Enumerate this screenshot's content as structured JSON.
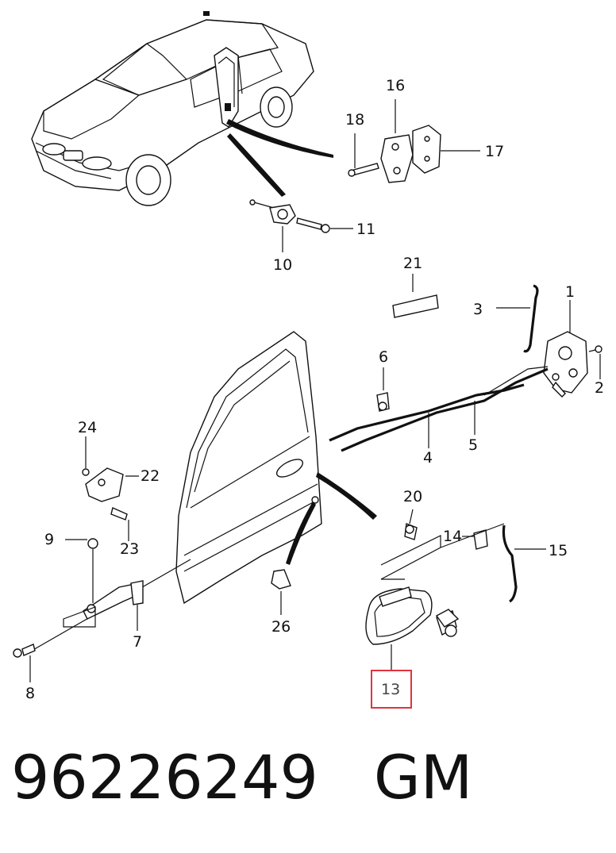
{
  "callouts": {
    "c1": "1",
    "c2": "2",
    "c3": "3",
    "c4": "4",
    "c5": "5",
    "c6": "6",
    "c7": "7",
    "c8": "8",
    "c9": "9",
    "c10": "10",
    "c11": "11",
    "c13": "13",
    "c14": "14",
    "c15": "15",
    "c16": "16",
    "c17": "17",
    "c18": "18",
    "c20": "20",
    "c21": "21",
    "c22": "22",
    "c23": "23",
    "c24": "24",
    "c26": "26"
  },
  "highlight": {
    "callout": "13",
    "color": "#e0333f"
  },
  "part_number": "96226249",
  "brand": "GM"
}
